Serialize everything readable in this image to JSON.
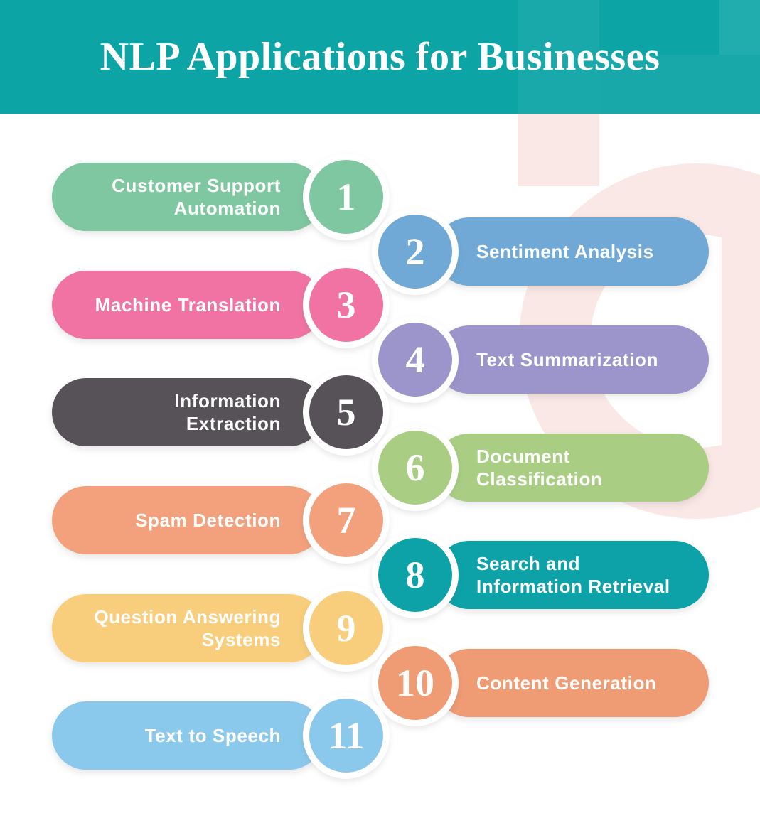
{
  "title": "NLP Applications for Businesses",
  "colors": {
    "header_teal": "#0CA4A5",
    "decor_pink": "#FAE8E6",
    "text_white": "#FFFFFF"
  },
  "items": [
    {
      "number": "1",
      "label": "Customer Support\nAutomation",
      "side": "left",
      "color": "#7EC7A1"
    },
    {
      "number": "2",
      "label": "Sentiment Analysis",
      "side": "right",
      "color": "#70A9D5"
    },
    {
      "number": "3",
      "label": "Machine Translation",
      "side": "left",
      "color": "#F173A3"
    },
    {
      "number": "4",
      "label": "Text Summarization",
      "side": "right",
      "color": "#9C95CC"
    },
    {
      "number": "5",
      "label": "Information\nExtraction",
      "side": "left",
      "color": "#575257"
    },
    {
      "number": "6",
      "label": "Document\nClassification",
      "side": "right",
      "color": "#A9CE83"
    },
    {
      "number": "7",
      "label": "Spam Detection",
      "side": "left",
      "color": "#F2A17C"
    },
    {
      "number": "8",
      "label": "Search and\nInformation Retrieval",
      "side": "right",
      "color": "#0CA2A7"
    },
    {
      "number": "9",
      "label": "Question Answering\nSystems",
      "side": "left",
      "color": "#F8CE7C"
    },
    {
      "number": "10",
      "label": "Content Generation",
      "side": "right",
      "color": "#EF9B74"
    },
    {
      "number": "11",
      "label": "Text to Speech",
      "side": "left",
      "color": "#8BC9EC"
    }
  ]
}
